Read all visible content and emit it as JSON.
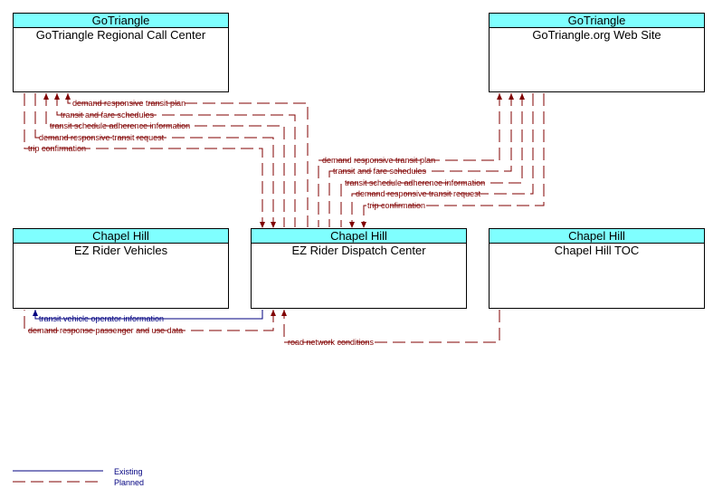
{
  "nodes": {
    "gotriangle_call_center": {
      "owner": "GoTriangle",
      "name": "GoTriangle Regional Call Center"
    },
    "gotriangle_web_site": {
      "owner": "GoTriangle",
      "name": "GoTriangle.org Web Site"
    },
    "ez_rider_vehicles": {
      "owner": "Chapel Hill",
      "name": "EZ Rider Vehicles"
    },
    "ez_rider_dispatch": {
      "owner": "Chapel Hill",
      "name": "EZ Rider Dispatch Center"
    },
    "chapel_hill_toc": {
      "owner": "Chapel Hill",
      "name": "Chapel Hill TOC"
    }
  },
  "flows": {
    "call_center_1": "demand responsive transit plan",
    "call_center_2": "transit and fare schedules",
    "call_center_3": "transit schedule adherence information",
    "call_center_4": "demand responsive transit request",
    "call_center_5": "trip confirmation",
    "web_1": "demand responsive transit plan",
    "web_2": "transit and fare schedules",
    "web_3": "transit schedule adherence information",
    "web_4": "demand responsive transit request",
    "web_5": "trip confirmation",
    "vehicles_1": "transit vehicle operator information",
    "vehicles_2": "demand response passenger and use data",
    "toc_1": "road network conditions"
  },
  "legend": {
    "existing": "Existing",
    "planned": "Planned"
  },
  "colors": {
    "header": "#7fffff",
    "planned": "#800000",
    "existing": "#000080"
  }
}
